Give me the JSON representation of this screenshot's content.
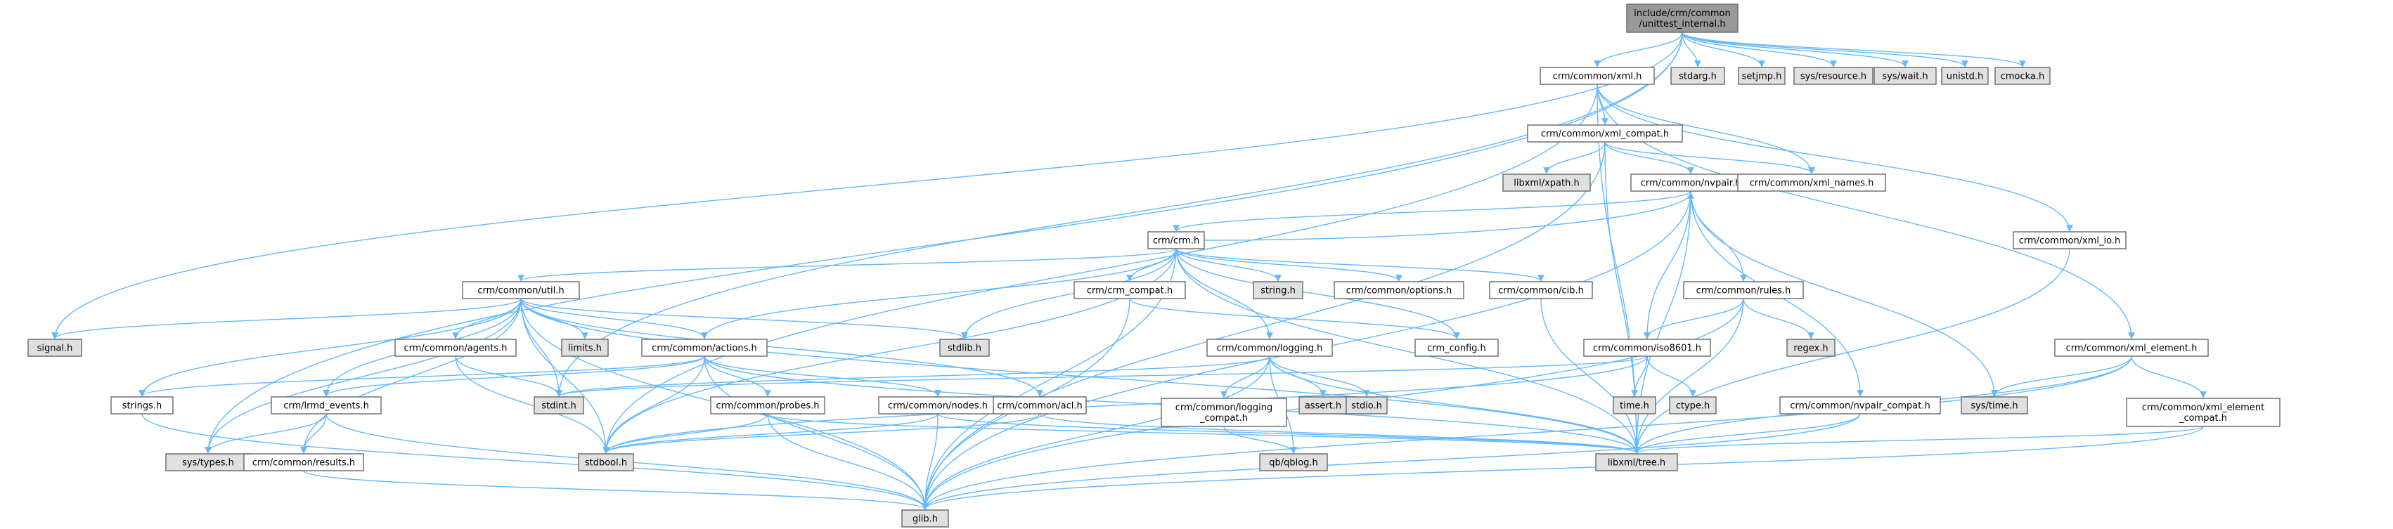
{
  "colors": {
    "root_fill": "#999999",
    "internal_fill": "#ffffff",
    "system_fill": "#e0e0e0",
    "red_border": "#ff0000",
    "gray_border": "#999999",
    "edge": "#63b8ff"
  },
  "nodes": [
    {
      "id": "unittest_internal",
      "lines": [
        "include/crm/common",
        "/unittest_internal.h"
      ],
      "kind": "root"
    },
    {
      "id": "xml",
      "lines": [
        "crm/common/xml.h"
      ],
      "kind": "internal"
    },
    {
      "id": "stdarg",
      "lines": [
        "stdarg.h"
      ],
      "kind": "system"
    },
    {
      "id": "setjmp",
      "lines": [
        "setjmp.h"
      ],
      "kind": "system"
    },
    {
      "id": "sys_resource",
      "lines": [
        "sys/resource.h"
      ],
      "kind": "system"
    },
    {
      "id": "sys_wait",
      "lines": [
        "sys/wait.h"
      ],
      "kind": "system"
    },
    {
      "id": "unistd",
      "lines": [
        "unistd.h"
      ],
      "kind": "system"
    },
    {
      "id": "cmocka",
      "lines": [
        "cmocka.h"
      ],
      "kind": "system"
    },
    {
      "id": "xml_compat",
      "lines": [
        "crm/common/xml_compat.h"
      ],
      "kind": "internal"
    },
    {
      "id": "libxml_xpath",
      "lines": [
        "libxml/xpath.h"
      ],
      "kind": "system"
    },
    {
      "id": "nvpair",
      "lines": [
        "crm/common/nvpair.h"
      ],
      "kind": "internal"
    },
    {
      "id": "xml_names",
      "lines": [
        "crm/common/xml_names.h"
      ],
      "kind": "internal"
    },
    {
      "id": "xml_io",
      "lines": [
        "crm/common/xml_io.h"
      ],
      "kind": "internal"
    },
    {
      "id": "crm",
      "lines": [
        "crm/crm.h"
      ],
      "kind": "internal"
    },
    {
      "id": "util",
      "lines": [
        "crm/common/util.h"
      ],
      "kind": "incomplete"
    },
    {
      "id": "crm_compat",
      "lines": [
        "crm/crm_compat.h"
      ],
      "kind": "incomplete"
    },
    {
      "id": "string",
      "lines": [
        "string.h"
      ],
      "kind": "system"
    },
    {
      "id": "options",
      "lines": [
        "crm/common/options.h"
      ],
      "kind": "internal"
    },
    {
      "id": "cib",
      "lines": [
        "crm/common/cib.h"
      ],
      "kind": "internal"
    },
    {
      "id": "rules",
      "lines": [
        "crm/common/rules.h"
      ],
      "kind": "internal"
    },
    {
      "id": "xml_element",
      "lines": [
        "crm/common/xml_element.h"
      ],
      "kind": "internal"
    },
    {
      "id": "signal",
      "lines": [
        "signal.h"
      ],
      "kind": "system"
    },
    {
      "id": "limits",
      "lines": [
        "limits.h"
      ],
      "kind": "system"
    },
    {
      "id": "stdlib",
      "lines": [
        "stdlib.h"
      ],
      "kind": "system"
    },
    {
      "id": "crm_config",
      "lines": [
        "crm_config.h"
      ],
      "kind": "internal"
    },
    {
      "id": "regex",
      "lines": [
        "regex.h"
      ],
      "kind": "system"
    },
    {
      "id": "agents",
      "lines": [
        "crm/common/agents.h"
      ],
      "kind": "internal"
    },
    {
      "id": "actions",
      "lines": [
        "crm/common/actions.h"
      ],
      "kind": "internal"
    },
    {
      "id": "logging",
      "lines": [
        "crm/common/logging.h"
      ],
      "kind": "internal"
    },
    {
      "id": "iso8601",
      "lines": [
        "crm/common/iso8601.h"
      ],
      "kind": "internal"
    },
    {
      "id": "sys_time",
      "lines": [
        "sys/time.h"
      ],
      "kind": "system"
    },
    {
      "id": "strings",
      "lines": [
        "strings.h"
      ],
      "kind": "internal"
    },
    {
      "id": "stdint",
      "lines": [
        "stdint.h"
      ],
      "kind": "system"
    },
    {
      "id": "assert",
      "lines": [
        "assert.h"
      ],
      "kind": "system"
    },
    {
      "id": "stdio",
      "lines": [
        "stdio.h"
      ],
      "kind": "system"
    },
    {
      "id": "time",
      "lines": [
        "time.h"
      ],
      "kind": "system"
    },
    {
      "id": "ctype",
      "lines": [
        "ctype.h"
      ],
      "kind": "system"
    },
    {
      "id": "lrmd_events",
      "lines": [
        "crm/lrmd_events.h"
      ],
      "kind": "internal"
    },
    {
      "id": "probes",
      "lines": [
        "crm/common/probes.h"
      ],
      "kind": "internal"
    },
    {
      "id": "nodes",
      "lines": [
        "crm/common/nodes.h"
      ],
      "kind": "incomplete"
    },
    {
      "id": "acl",
      "lines": [
        "crm/common/acl.h"
      ],
      "kind": "internal"
    },
    {
      "id": "logging_compat",
      "lines": [
        "crm/common/logging",
        "_compat.h"
      ],
      "kind": "internal"
    },
    {
      "id": "nvpair_compat",
      "lines": [
        "crm/common/nvpair_compat.h"
      ],
      "kind": "internal"
    },
    {
      "id": "xml_element_compat",
      "lines": [
        "crm/common/xml_element",
        "_compat.h"
      ],
      "kind": "internal"
    },
    {
      "id": "sys_types",
      "lines": [
        "sys/types.h"
      ],
      "kind": "system"
    },
    {
      "id": "results",
      "lines": [
        "crm/common/results.h"
      ],
      "kind": "incomplete"
    },
    {
      "id": "stdbool",
      "lines": [
        "stdbool.h"
      ],
      "kind": "system"
    },
    {
      "id": "libxml_tree",
      "lines": [
        "libxml/tree.h"
      ],
      "kind": "system"
    },
    {
      "id": "qblog",
      "lines": [
        "qb/qblog.h"
      ],
      "kind": "system"
    },
    {
      "id": "glib",
      "lines": [
        "glib.h"
      ],
      "kind": "system"
    }
  ],
  "edges": [
    [
      "unittest_internal",
      "xml"
    ],
    [
      "unittest_internal",
      "stdarg"
    ],
    [
      "unittest_internal",
      "setjmp"
    ],
    [
      "unittest_internal",
      "sys_resource"
    ],
    [
      "unittest_internal",
      "sys_wait"
    ],
    [
      "unittest_internal",
      "unistd"
    ],
    [
      "unittest_internal",
      "cmocka"
    ],
    [
      "unittest_internal",
      "signal"
    ],
    [
      "unittest_internal",
      "sys_types"
    ],
    [
      "unittest_internal",
      "stdint"
    ],
    [
      "xml",
      "xml_compat"
    ],
    [
      "xml",
      "xml_names"
    ],
    [
      "xml",
      "xml_io"
    ],
    [
      "xml",
      "xml_element"
    ],
    [
      "xml",
      "libxml_tree"
    ],
    [
      "xml",
      "stdbool"
    ],
    [
      "xml_compat",
      "libxml_xpath"
    ],
    [
      "xml_compat",
      "nvpair"
    ],
    [
      "xml_compat",
      "xml_names"
    ],
    [
      "xml_compat",
      "glib"
    ],
    [
      "xml_compat",
      "libxml_tree"
    ],
    [
      "nvpair",
      "crm"
    ],
    [
      "nvpair",
      "rules"
    ],
    [
      "nvpair",
      "iso8601"
    ],
    [
      "nvpair",
      "sys_time"
    ],
    [
      "nvpair",
      "nvpair_compat"
    ],
    [
      "nvpair",
      "libxml_tree"
    ],
    [
      "nvpair",
      "glib"
    ],
    [
      "xml_io",
      "libxml_tree"
    ],
    [
      "crm",
      "util"
    ],
    [
      "crm",
      "crm_compat"
    ],
    [
      "crm",
      "string"
    ],
    [
      "crm",
      "options"
    ],
    [
      "crm",
      "cib"
    ],
    [
      "crm",
      "stdlib"
    ],
    [
      "crm",
      "logging"
    ],
    [
      "crm",
      "actions"
    ],
    [
      "crm",
      "crm_config"
    ],
    [
      "crm",
      "libxml_tree"
    ],
    [
      "crm",
      "stdbool"
    ],
    [
      "crm",
      "glib"
    ],
    [
      "crm",
      "nvpair"
    ],
    [
      "util",
      "signal"
    ],
    [
      "util",
      "limits"
    ],
    [
      "util",
      "stdlib"
    ],
    [
      "util",
      "agents"
    ],
    [
      "util",
      "actions"
    ],
    [
      "util",
      "strings"
    ],
    [
      "util",
      "stdint"
    ],
    [
      "util",
      "sys_types"
    ],
    [
      "util",
      "results"
    ],
    [
      "util",
      "stdbool"
    ],
    [
      "util",
      "glib"
    ],
    [
      "util",
      "acl"
    ],
    [
      "util",
      "lrmd_events"
    ],
    [
      "util",
      "libxml_tree"
    ],
    [
      "crm_compat",
      "crm_config"
    ],
    [
      "crm_compat",
      "glib"
    ],
    [
      "cib",
      "libxml_tree"
    ],
    [
      "rules",
      "regex"
    ],
    [
      "rules",
      "iso8601"
    ],
    [
      "rules",
      "glib"
    ],
    [
      "rules",
      "libxml_tree"
    ],
    [
      "xml_element",
      "sys_time"
    ],
    [
      "xml_element",
      "xml_element_compat"
    ],
    [
      "xml_element",
      "libxml_tree"
    ],
    [
      "xml_element",
      "glib"
    ],
    [
      "agents",
      "stdint"
    ],
    [
      "agents",
      "stdbool"
    ],
    [
      "actions",
      "lrmd_events"
    ],
    [
      "actions",
      "probes"
    ],
    [
      "actions",
      "nodes"
    ],
    [
      "actions",
      "strings"
    ],
    [
      "actions",
      "stdbool"
    ],
    [
      "actions",
      "glib"
    ],
    [
      "actions",
      "libxml_tree"
    ],
    [
      "logging",
      "stdint"
    ],
    [
      "logging",
      "assert"
    ],
    [
      "logging",
      "stdio"
    ],
    [
      "logging",
      "logging_compat"
    ],
    [
      "logging",
      "qblog"
    ],
    [
      "logging",
      "glib"
    ],
    [
      "logging",
      "libxml_tree"
    ],
    [
      "iso8601",
      "time"
    ],
    [
      "iso8601",
      "ctype"
    ],
    [
      "iso8601",
      "stdint"
    ],
    [
      "iso8601",
      "stdbool"
    ],
    [
      "strings",
      "glib"
    ],
    [
      "lrmd_events",
      "sys_types"
    ],
    [
      "lrmd_events",
      "results"
    ],
    [
      "lrmd_events",
      "glib"
    ],
    [
      "probes",
      "stdbool"
    ],
    [
      "probes",
      "glib"
    ],
    [
      "probes",
      "libxml_tree"
    ],
    [
      "nodes",
      "stdbool"
    ],
    [
      "nodes",
      "glib"
    ],
    [
      "nodes",
      "libxml_tree"
    ],
    [
      "acl",
      "stdbool"
    ],
    [
      "acl",
      "libxml_tree"
    ],
    [
      "logging_compat",
      "qblog"
    ],
    [
      "nvpair_compat",
      "libxml_tree"
    ],
    [
      "nvpair_compat",
      "glib"
    ],
    [
      "xml_element_compat",
      "libxml_tree"
    ],
    [
      "xml_element_compat",
      "glib"
    ],
    [
      "results",
      "glib"
    ]
  ]
}
